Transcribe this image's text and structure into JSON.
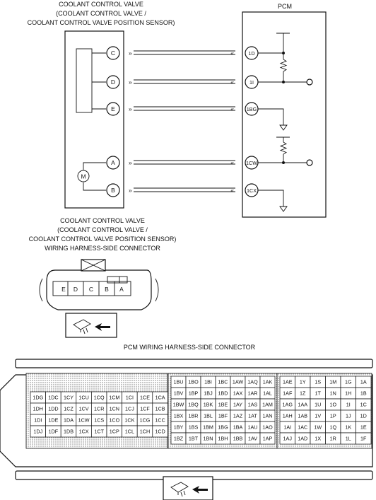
{
  "labels": {
    "ccv_title_1": "COOLANT CONTROL VALVE",
    "ccv_title_2": "(COOLANT CONTROL VALVE /",
    "ccv_title_3": "COOLANT CONTROL VALVE POSITION SENSOR)",
    "pcm_title": "PCM",
    "conn_title_1": "COOLANT CONTROL VALVE",
    "conn_title_2": "(COOLANT CONTROL VALVE /",
    "conn_title_3": "COOLANT CONTROL VALVE POSITION SENSOR)",
    "conn_title_4": "WIRING HARNESS-SIDE CONNECTOR",
    "pcm_conn_title": "PCM WIRING HARNESS-SIDE CONNECTOR"
  },
  "motor_symbol": "M",
  "wires": [
    {
      "valve_pin": "C",
      "pcm_pin": "1D"
    },
    {
      "valve_pin": "D",
      "pcm_pin": "1I"
    },
    {
      "valve_pin": "E",
      "pcm_pin": "1BG"
    },
    {
      "valve_pin": "A",
      "pcm_pin": "1CW"
    },
    {
      "valve_pin": "B",
      "pcm_pin": "1CX"
    }
  ],
  "valve_connector_pins": [
    "E",
    "D",
    "C",
    "B",
    "A"
  ],
  "pcm_connector": {
    "left_block": [
      [
        "1DG",
        "1DC",
        "1CY",
        "1CU",
        "1CQ",
        "1CM",
        "1CI",
        "1CE",
        "1CA"
      ],
      [
        "1DH",
        "1DD",
        "1CZ",
        "1CV",
        "1CR",
        "1CN",
        "1CJ",
        "1CF",
        "1CB"
      ],
      [
        "1DI",
        "1DE",
        "1DA",
        "1CW",
        "1CS",
        "1CO",
        "1CK",
        "1CG",
        "1CC"
      ],
      [
        "1DJ",
        "1DF",
        "1DB",
        "1CX",
        "1CT",
        "1CP",
        "1CL",
        "1CH",
        "1CD"
      ]
    ],
    "middle_block": [
      [
        "1BU",
        "1BO",
        "1BI",
        "1BC",
        "1AW",
        "1AQ",
        "1AK"
      ],
      [
        "1BV",
        "1BP",
        "1BJ",
        "1BD",
        "1AX",
        "1AR",
        "1AL"
      ],
      [
        "1BW",
        "1BQ",
        "1BK",
        "1BE",
        "1AY",
        "1AS",
        "1AM"
      ],
      [
        "1BX",
        "1BR",
        "1BL",
        "1BF",
        "1AZ",
        "1AT",
        "1AN"
      ],
      [
        "1BY",
        "1BS",
        "1BM",
        "1BG",
        "1BA",
        "1AU",
        "1AO"
      ],
      [
        "1BZ",
        "1BT",
        "1BN",
        "1BH",
        "1BB",
        "1AV",
        "1AP"
      ]
    ],
    "right_block": [
      [
        "1AE",
        "1Y",
        "1S",
        "1M",
        "1G",
        "1A"
      ],
      [
        "1AF",
        "1Z",
        "1T",
        "1N",
        "1H",
        "1B"
      ],
      [
        "1AG",
        "1AA",
        "1U",
        "1O",
        "1I",
        "1C"
      ],
      [
        "1AH",
        "1AB",
        "1V",
        "1P",
        "1J",
        "1D"
      ],
      [
        "1AI",
        "1AC",
        "1W",
        "1Q",
        "1K",
        "1E"
      ],
      [
        "1AJ",
        "1AD",
        "1X",
        "1R",
        "1L",
        "1F"
      ]
    ]
  }
}
